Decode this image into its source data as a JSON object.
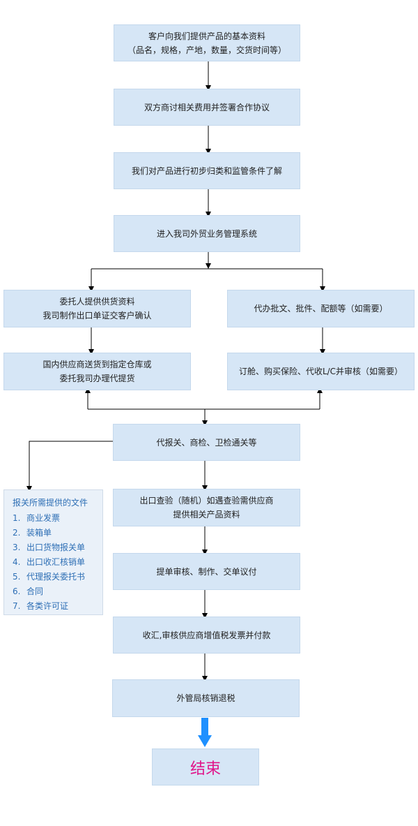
{
  "steps": {
    "s1": {
      "line1": "客户向我们提供产品的基本资料",
      "line2": "（品名，规格，产地，数量，交货时间等）"
    },
    "s2": "双方商讨相关费用并签署合作协议",
    "s3": "我们对产品进行初步归类和监管条件了解",
    "s4": "进入我司外贸业务管理系统",
    "left1": {
      "line1": "委托人提供供货资料",
      "line2": "我司制作出口单证交客户确认"
    },
    "left2": {
      "line1": "国内供应商送货到指定仓库或",
      "line2": "委托我司办理代提货"
    },
    "right1": "代办批文、批件、配额等（如需要）",
    "right2": "订舱、购买保险、代收L/C并审核（如需要）",
    "s5": "代报关、商检、卫检通关等",
    "s6": {
      "line1": "出口查验（随机）如遇查验需供应商",
      "line2": "提供相关产品资料"
    },
    "s7": "提单审核、制作、交单议付",
    "s8": "收汇,审核供应商增值税发票并付款",
    "s9": "外管局核销退税",
    "end": "结束"
  },
  "docs": {
    "title": "报关所需提供的文件",
    "items": [
      {
        "num": "1.",
        "text": "商业发票"
      },
      {
        "num": "2.",
        "text": "装箱单"
      },
      {
        "num": "3.",
        "text": "出口货物报关单"
      },
      {
        "num": "4.",
        "text": "出口收汇核销单"
      },
      {
        "num": "5.",
        "text": "代理报关委托书"
      },
      {
        "num": "6.",
        "text": "合同"
      },
      {
        "num": "7.",
        "text": "各类许可证"
      }
    ]
  },
  "colors": {
    "box": "#d6e6f6",
    "end_text": "#e0158a",
    "big_arrow": "#1e90ff",
    "docs_text": "#2e6fb5"
  }
}
